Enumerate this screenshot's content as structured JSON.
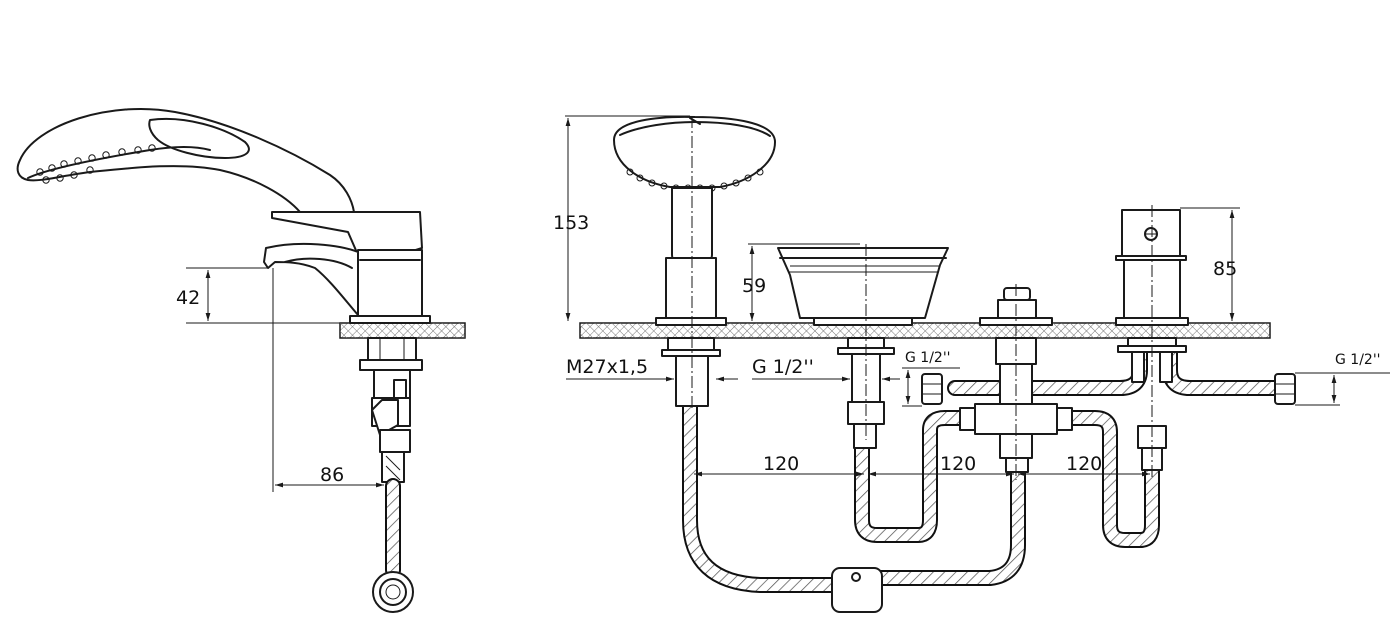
{
  "drawing": {
    "side_view": {
      "dim_spout_height": "42",
      "dim_spout_reach": "86"
    },
    "front_view": {
      "dim_shower_holder_height": "153",
      "dim_spout_height": "59",
      "dim_handle_height": "85",
      "thread_holder": "M27x1,5",
      "thread_spout": "G 1/2''",
      "thread_inlet_left": "G 1/2''",
      "thread_inlet_right": "G 1/2''",
      "spacing_1": "120",
      "spacing_2": "120",
      "spacing_3": "120"
    }
  },
  "colors": {
    "line": "#1a1a1a",
    "background": "#ffffff"
  }
}
